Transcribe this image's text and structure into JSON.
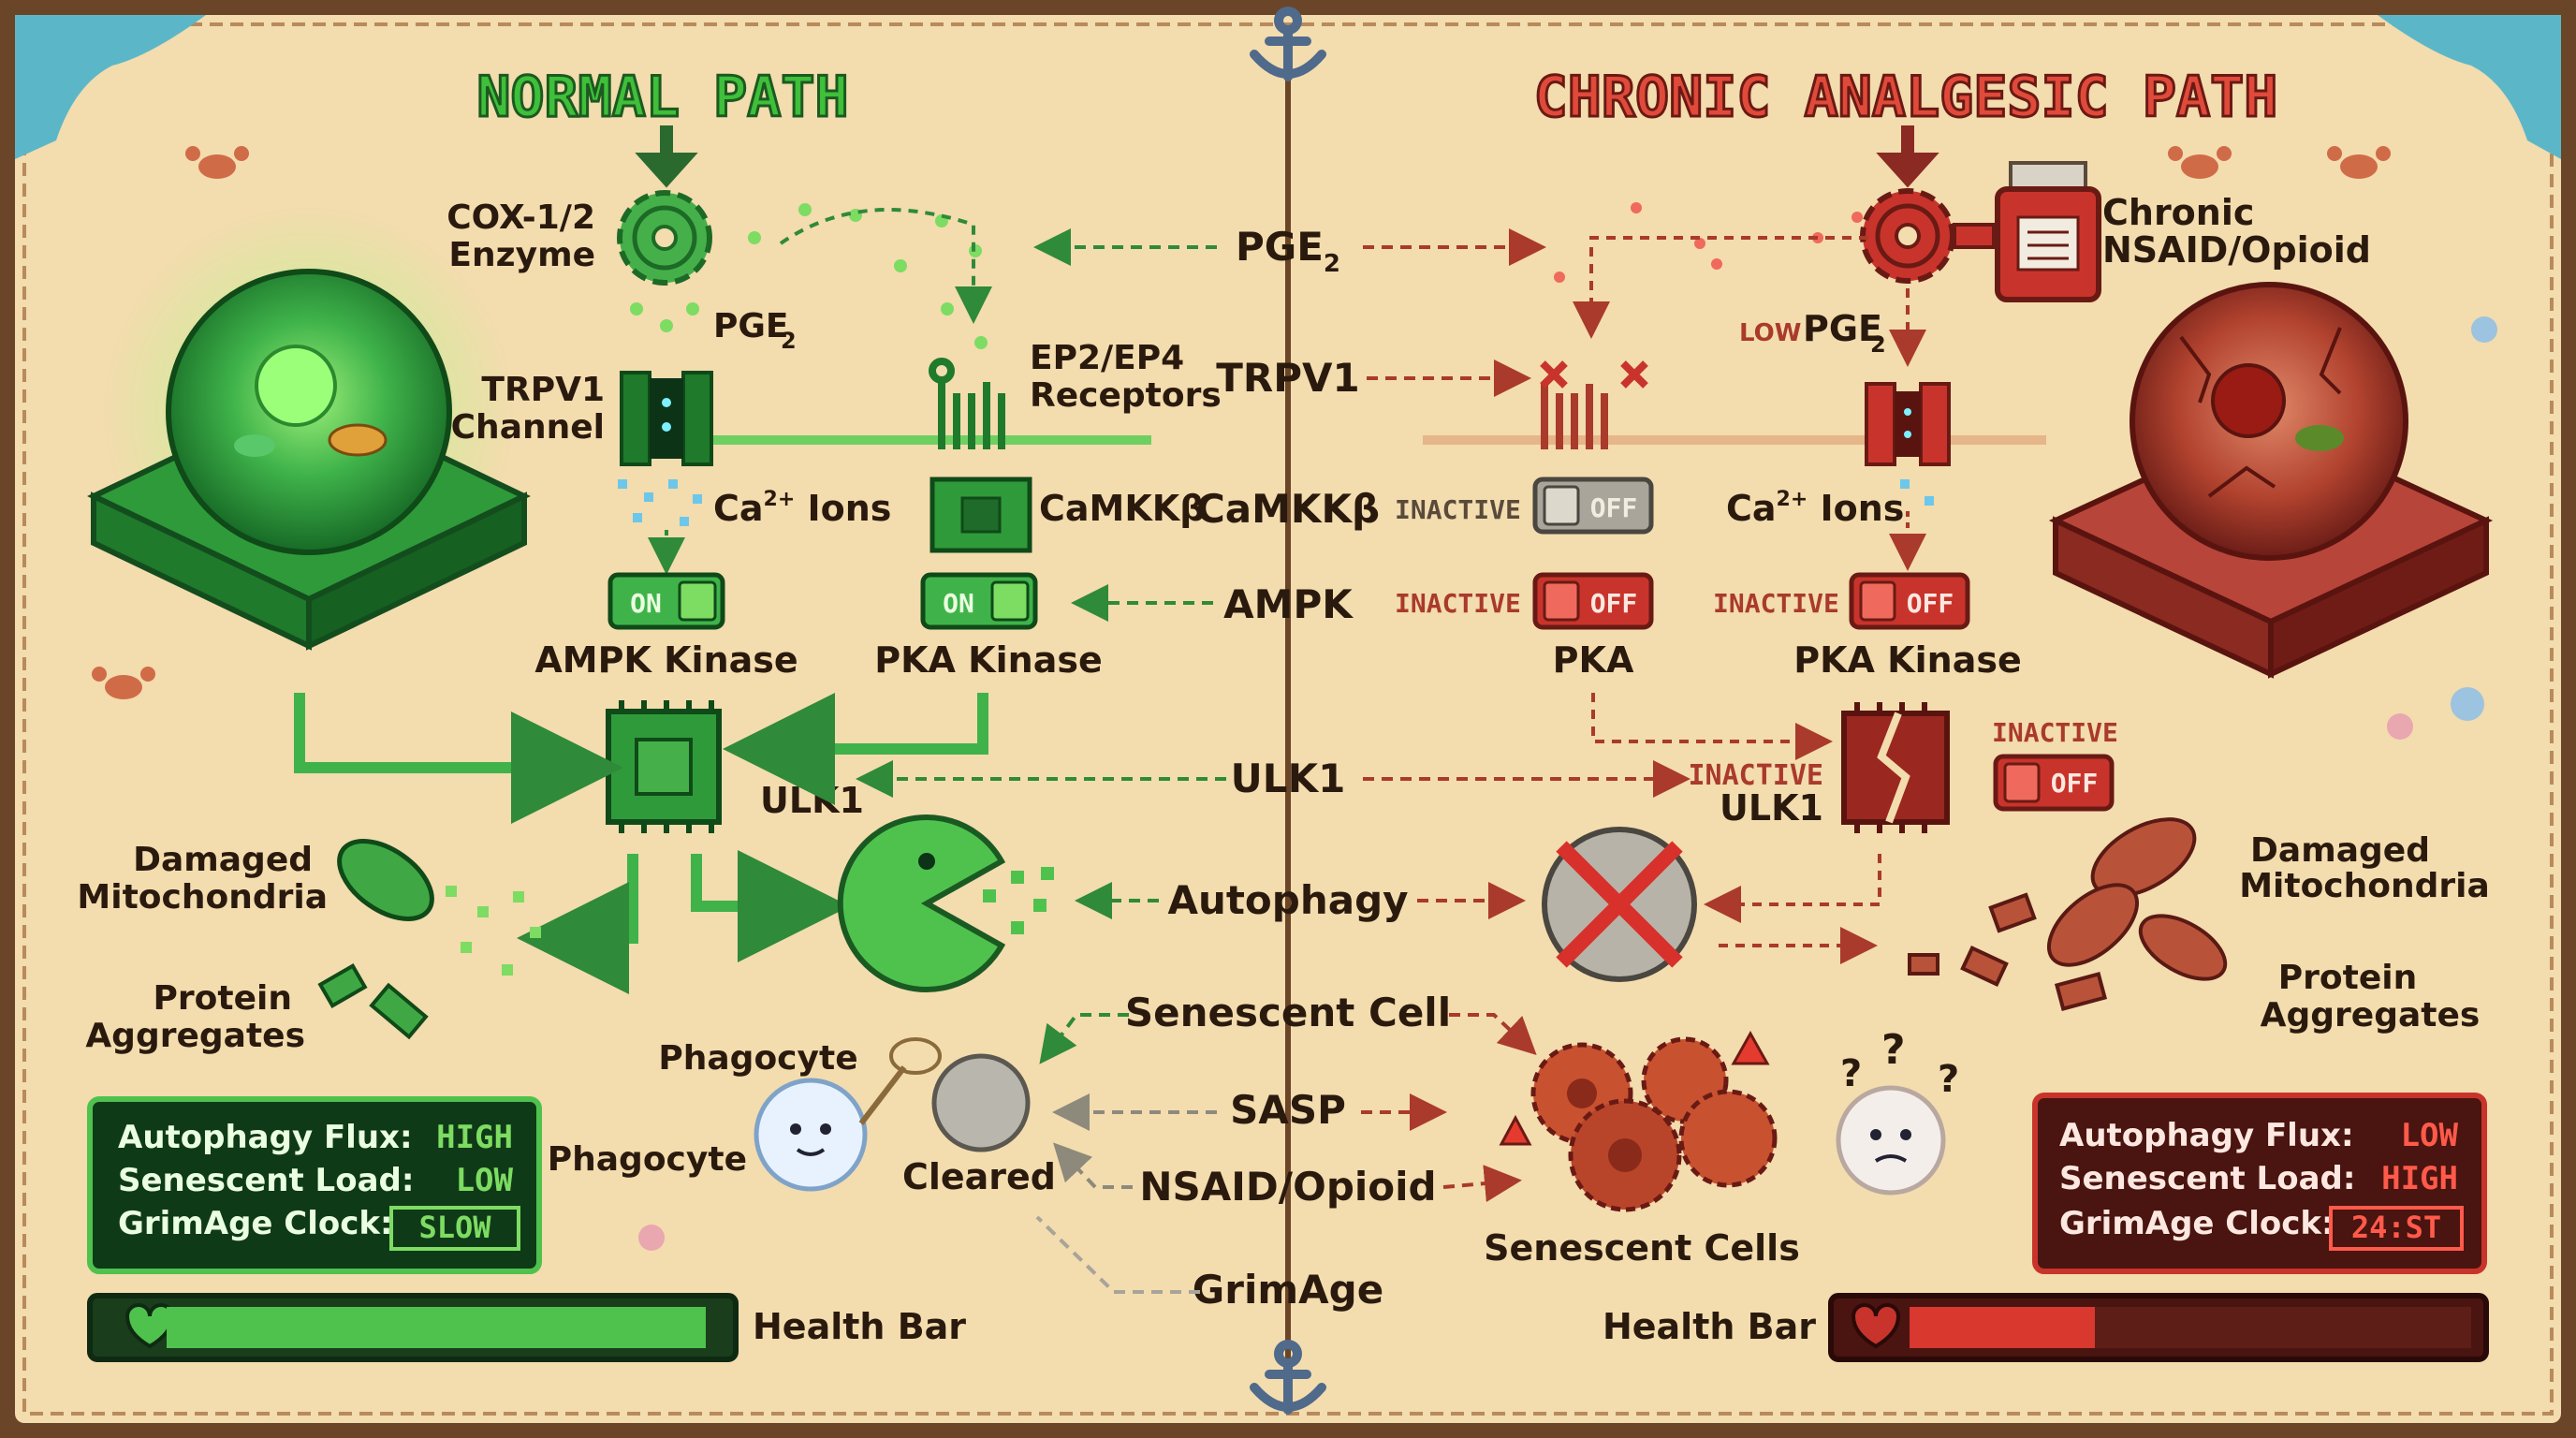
{
  "titles": {
    "normal": "NORMAL PATH",
    "chronic": "CHRONIC ANALGESIC PATH"
  },
  "center": {
    "pge2": "PGE",
    "pge2_sub": "2",
    "trpv1": "TRPV1",
    "camkkb": "CaMKKβ",
    "ampk": "AMPK",
    "ulk1": "ULK1",
    "autophagy": "Autophagy",
    "senescent_cell": "Senescent Cell",
    "sasp": "SASP",
    "nsaid_opioid": "NSAID/Opioid",
    "grimage": "GrimAge"
  },
  "left": {
    "cox_label_1": "COX-1/2",
    "cox_label_2": "Enzyme",
    "pge2": "PGE",
    "pge2_sub": "2",
    "trpv1_1": "TRPV1",
    "trpv1_2": "Channel",
    "receptors_1": "EP2/EP4",
    "receptors_2": "Receptors",
    "ca_ions": "Ca",
    "ca_sup": "2+",
    "ca_suffix": " Ions",
    "camkkb": "CaMKKβ",
    "switch_on": "ON",
    "ampk_kinase": "AMPK Kinase",
    "pka_kinase": "PKA Kinase",
    "ulk1": "ULK1",
    "damaged_1": "Damaged",
    "damaged_2": "Mitochondria",
    "protein_1": "Protein",
    "protein_2": "Aggregates",
    "phagocyte_top": "Phagocyte",
    "phagocyte": "Phagocyte",
    "cleared": "Cleared",
    "health_bar": "Health Bar",
    "health_level": 0.97
  },
  "left_panel": {
    "rows": [
      {
        "key": "Autophagy Flux:",
        "value": "HIGH"
      },
      {
        "key": "Senescent Load:",
        "value": "LOW"
      },
      {
        "key": "GrimAge Clock:",
        "value": "SLOW"
      }
    ]
  },
  "right": {
    "drug_1": "Chronic",
    "drug_2": "NSAID/Opioid",
    "low_prefix": "LOW",
    "pge2": "PGE",
    "pge2_sub": "2",
    "inactive": "INACTIVE",
    "switch_off": "OFF",
    "ca_ions": "Ca",
    "ca_sup": "2+",
    "ca_suffix": " Ions",
    "pka": "PKA",
    "pka_kinase": "PKA Kinase",
    "inactive_ulk_1": "INACTIVE",
    "inactive_ulk_2": "ULK1",
    "damaged_1": "Damaged",
    "damaged_2": "Mitochondria",
    "protein_1": "Protein",
    "protein_2": "Aggregates",
    "senescent_cells": "Senescent Cells",
    "health_bar": "Health Bar",
    "health_level": 0.33
  },
  "right_panel": {
    "rows": [
      {
        "key": "Autophagy Flux:",
        "value": "LOW"
      },
      {
        "key": "Senescent Load:",
        "value": "HIGH"
      },
      {
        "key": "GrimAge Clock:",
        "value": "24:ST"
      }
    ]
  },
  "colors": {
    "sand": "#f3dcae",
    "green": "#3fa845",
    "green_dark": "#1f6b2a",
    "red": "#c8342b",
    "red_dark": "#7a1c18",
    "text": "#2a1a0e",
    "frame": "#6b4528"
  }
}
